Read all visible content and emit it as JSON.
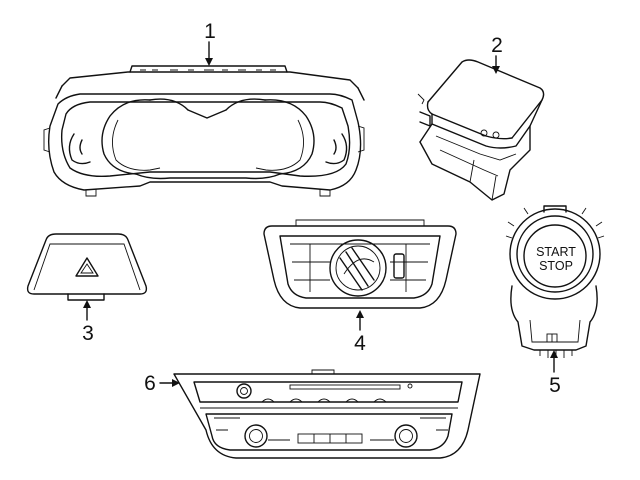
{
  "callouts": [
    {
      "id": "1",
      "label": "1"
    },
    {
      "id": "2",
      "label": "2"
    },
    {
      "id": "3",
      "label": "3"
    },
    {
      "id": "4",
      "label": "4"
    },
    {
      "id": "5",
      "label": "5"
    },
    {
      "id": "6",
      "label": "6"
    }
  ],
  "start_button": {
    "line1": "START",
    "line2": "STOP"
  },
  "colors": {
    "line": "#111111",
    "background": "#ffffff"
  }
}
